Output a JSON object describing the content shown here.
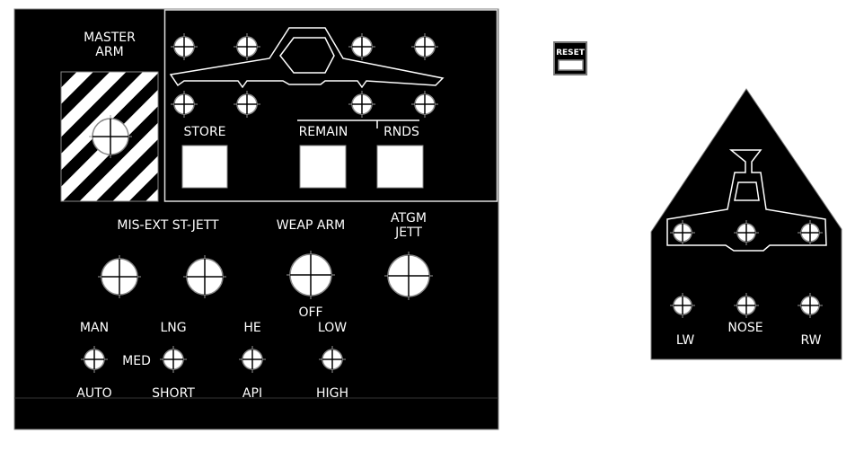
{
  "main_panel": {
    "master_arm": {
      "line1": "MASTER",
      "line2": "ARM"
    },
    "store_label": "STORE",
    "remain_label": "REMAIN",
    "rnds_label": "RNDS",
    "mis_ext_label": "MIS-EXT ST-JETT",
    "weap_arm_label": "WEAP ARM",
    "weap_arm_off": "OFF",
    "atgm_jett": {
      "line1": "ATGM",
      "line2": "JETT"
    },
    "switches": [
      {
        "top": "MAN",
        "bottom": "AUTO"
      },
      {
        "top": "LNG",
        "bottom": "SHORT",
        "middle": "MED"
      },
      {
        "top": "HE",
        "bottom": "API"
      },
      {
        "top": "LOW",
        "bottom": "HIGH"
      }
    ]
  },
  "reset": {
    "label": "RESET"
  },
  "gear_panel": {
    "lw": "LW",
    "nose": "NOSE",
    "rw": "RW"
  }
}
